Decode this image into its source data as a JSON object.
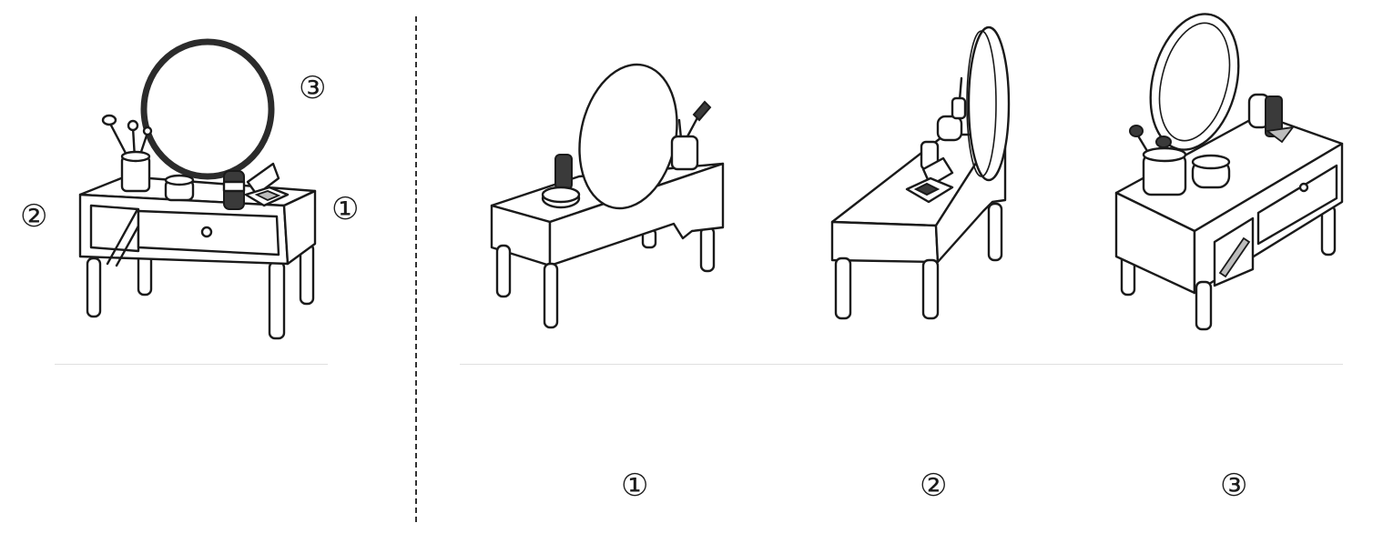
{
  "reference": {
    "front_label": "①",
    "left_label": "②",
    "top_label": "③"
  },
  "options": [
    {
      "label": "①"
    },
    {
      "label": "②"
    },
    {
      "label": "③"
    }
  ],
  "icons": [
    "dressing-table-icon",
    "round-mirror-icon",
    "brush-cup-icon",
    "cream-jar-icon",
    "makeup-bottle-icon",
    "compact-icon"
  ]
}
